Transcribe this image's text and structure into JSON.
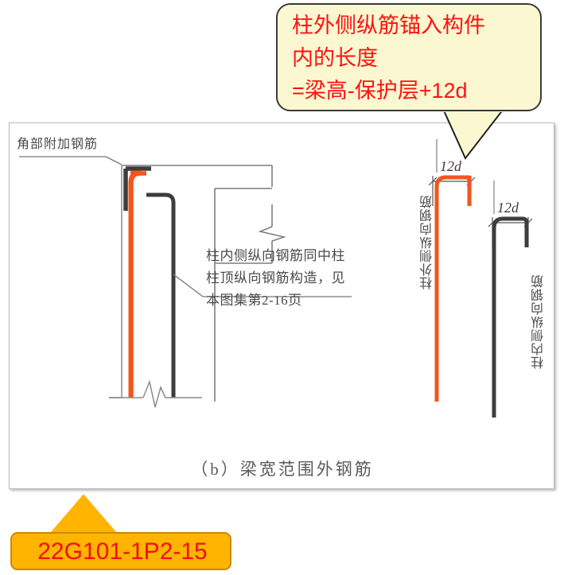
{
  "callout": {
    "text": "柱外侧纵筋锚入构件\n内的长度\n=梁高-保护层+12d",
    "bg_color": "#fbf8d1",
    "text_color": "#ff1111",
    "border_color": "#3a3a3a"
  },
  "reference_box": {
    "text": "22G101-1P2-15",
    "bg_color": "#ffb400",
    "text_color": "#f01010"
  },
  "drawing": {
    "corner_bar_label": "角部附加钢筋",
    "note": "柱内侧纵向钢筋同中柱\n柱顶纵向钢筋构造，见\n本图集第2-16页",
    "caption": "（b）梁宽范围外钢筋",
    "vertical_label_outer": "柱外侧纵向钢筋",
    "vertical_label_inner": "柱内侧纵向钢筋",
    "dimension_1": "12d",
    "dimension_2": "12d",
    "colors": {
      "outer_rebar": "#f4551e",
      "inner_rebar": "#3d3d3d",
      "outline": "#6b6b6b",
      "panel_bg": "#ffffff"
    }
  }
}
